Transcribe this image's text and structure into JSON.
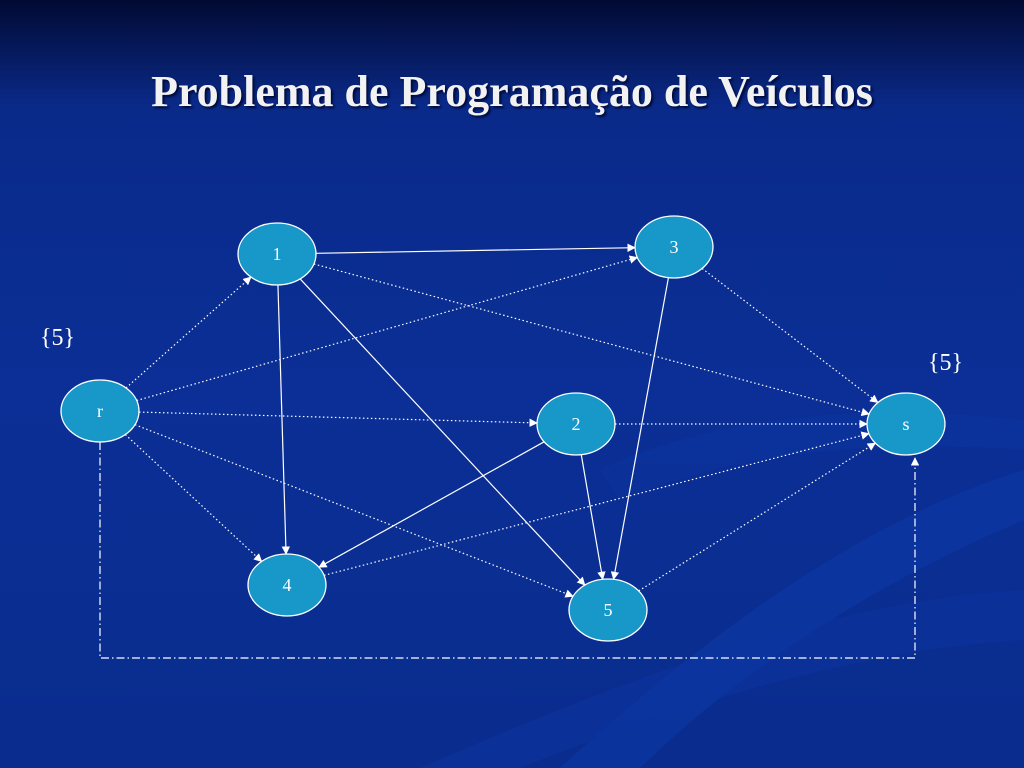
{
  "slide": {
    "title": "Problema de Programação de Veículos"
  },
  "labels": {
    "source_set": "{5}",
    "sink_set": "{5}"
  },
  "nodes": [
    {
      "id": "r",
      "label": "r"
    },
    {
      "id": "1",
      "label": "1"
    },
    {
      "id": "2",
      "label": "2"
    },
    {
      "id": "3",
      "label": "3"
    },
    {
      "id": "4",
      "label": "4"
    },
    {
      "id": "5",
      "label": "5"
    },
    {
      "id": "s",
      "label": "s"
    }
  ],
  "edges": [
    {
      "from": "1",
      "to": "3",
      "style": "solid"
    },
    {
      "from": "1",
      "to": "4",
      "style": "solid"
    },
    {
      "from": "1",
      "to": "5",
      "style": "solid"
    },
    {
      "from": "3",
      "to": "5",
      "style": "solid"
    },
    {
      "from": "2",
      "to": "4",
      "style": "solid"
    },
    {
      "from": "2",
      "to": "5",
      "style": "solid"
    },
    {
      "from": "r",
      "to": "1",
      "style": "dotted"
    },
    {
      "from": "r",
      "to": "3",
      "style": "dotted"
    },
    {
      "from": "r",
      "to": "2",
      "style": "dotted"
    },
    {
      "from": "r",
      "to": "4",
      "style": "dotted"
    },
    {
      "from": "r",
      "to": "5",
      "style": "dotted"
    },
    {
      "from": "1",
      "to": "s",
      "style": "dotted"
    },
    {
      "from": "3",
      "to": "s",
      "style": "dotted"
    },
    {
      "from": "2",
      "to": "s",
      "style": "dotted"
    },
    {
      "from": "4",
      "to": "s",
      "style": "dotted"
    },
    {
      "from": "5",
      "to": "s",
      "style": "dotted"
    },
    {
      "from": "r",
      "to": "s",
      "style": "dash-dot"
    }
  ]
}
